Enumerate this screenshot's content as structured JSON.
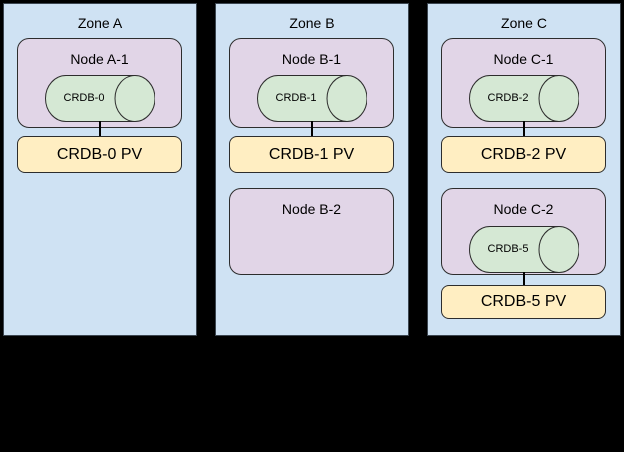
{
  "diagram": {
    "zones": [
      {
        "title": "Zone A",
        "nodes": [
          {
            "label": "Node A-1",
            "db": "CRDB-0",
            "pv": "CRDB-0 PV"
          }
        ]
      },
      {
        "title": "Zone B",
        "nodes": [
          {
            "label": "Node B-1",
            "db": "CRDB-1",
            "pv": "CRDB-1 PV"
          },
          {
            "label": "Node B-2"
          }
        ]
      },
      {
        "title": "Zone C",
        "nodes": [
          {
            "label": "Node C-1",
            "db": "CRDB-2",
            "pv": "CRDB-2 PV"
          },
          {
            "label": "Node C-2",
            "db": "CRDB-5",
            "pv": "CRDB-5 PV"
          }
        ]
      }
    ],
    "colors": {
      "background": "#000000",
      "zone_fill": "#cfe2f3",
      "zone_border": "#3c4650",
      "node_fill": "#e1d5e7",
      "db_cylinder_fill": "#d5e8d4",
      "pv_fill": "#ffeec2",
      "shape_border": "#2d2d2d",
      "text": "#000000"
    }
  }
}
